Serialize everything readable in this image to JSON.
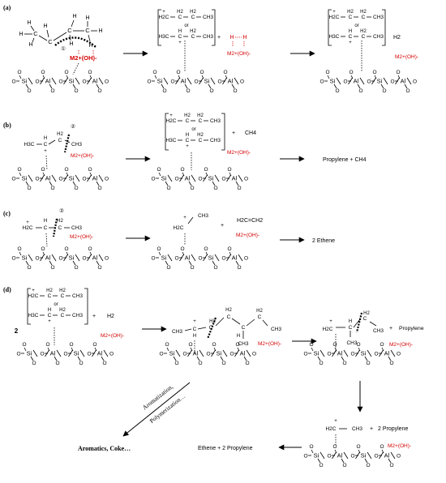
{
  "panels": {
    "a": "(a)",
    "b": "(b)",
    "c": "(c)",
    "d": "(d)"
  },
  "atoms": {
    "si": "Si",
    "al": "Al",
    "o": "O",
    "h": "H",
    "c": "C",
    "ch3": "CH3",
    "h3c": "H3C",
    "h2c": "H2C",
    "h2": "H2",
    "or": "or",
    "plus": "+",
    "charge": "+"
  },
  "site": "M2+(OH)-",
  "site_bold": "M2+(OH)-",
  "circled": {
    "one": "①",
    "two": "②"
  },
  "products": {
    "h2": "H2",
    "ch4": "CH4",
    "propylene_ch4": "Propylene  +  CH4",
    "two_ethene": "2 Ethene",
    "ethylene": "H2C=CH2",
    "propylene": "Propylene",
    "two_propylene": "2 Propylene",
    "ethene_2propylene": "Ethene  +  2 Propylene",
    "aromatics": "Aromatics, Coke…"
  },
  "pathway": {
    "aromatization": "Aromatization,",
    "polymerization": "Polymerization…"
  },
  "coefficient": "2",
  "colors": {
    "site": "#d40000",
    "ink": "#000000"
  }
}
